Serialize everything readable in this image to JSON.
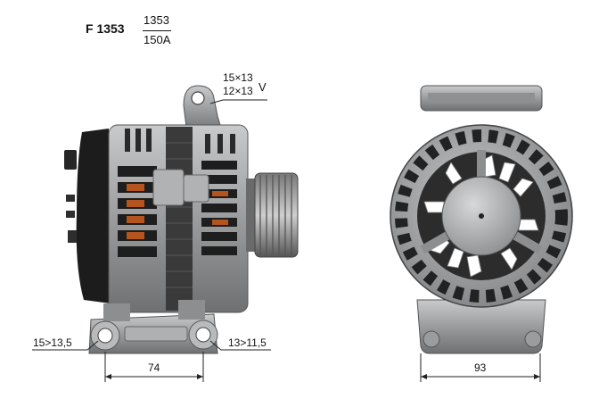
{
  "header": {
    "code": "F 1353",
    "ref_number": "1353",
    "rating": "150A"
  },
  "side_view": {
    "ear_label_line1": "15×13",
    "ear_label_line2": "12×13",
    "ear_label_suffix": "V",
    "left_hole_label": "15>13,5",
    "right_hole_label": "13>11,5",
    "width_dimension": "74"
  },
  "front_view": {
    "width_dimension": "93"
  },
  "colors": {
    "housing": "#9a9c9e",
    "housing_dark": "#5e6062",
    "black_parts": "#1c1c1c",
    "winding_copper": "#b5541c",
    "stator_dark": "#3a3a3a"
  }
}
